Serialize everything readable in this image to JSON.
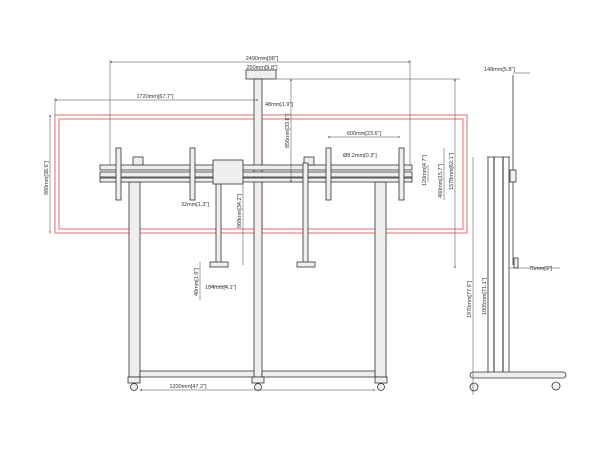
{
  "drawing": {
    "screen_color": "#f08080",
    "front_view": {
      "overall_width": "2490mm[98\"]",
      "top_cap_width": "250mm[9.8\"]",
      "screen_width": "1720mm[67.7\"]",
      "screen_gap": "48mm[1.9\"]",
      "cap_to_rail": "856mm[33.6\"]",
      "vesa_horizontal": "600mm[23.6\"]",
      "hole_diameter": "Ø8.2mm[0.3\"]",
      "rail_height": "120mm[4.7\"]",
      "vesa_vertical": "400mm[15.7\"]",
      "mount_height": "1578mm[62.1\"]",
      "screen_height": "980mm[38.6\"]",
      "shelf_offset": "32mm[1.3\"]",
      "shelf_arm_length": "868mm[34.2\"]",
      "foot_height": "40mm[1.6\"]",
      "foot_width": "104mm[4.1\"]",
      "upright_spacing": "1200mm[47.2\"]"
    },
    "side_view": {
      "bracket_depth": "148mm[5.8\"]",
      "wall_offset": "75mm[3\"]",
      "total_height": "1970mm[77.6\"]",
      "column_height": "1805mm[71.1\"]"
    }
  }
}
